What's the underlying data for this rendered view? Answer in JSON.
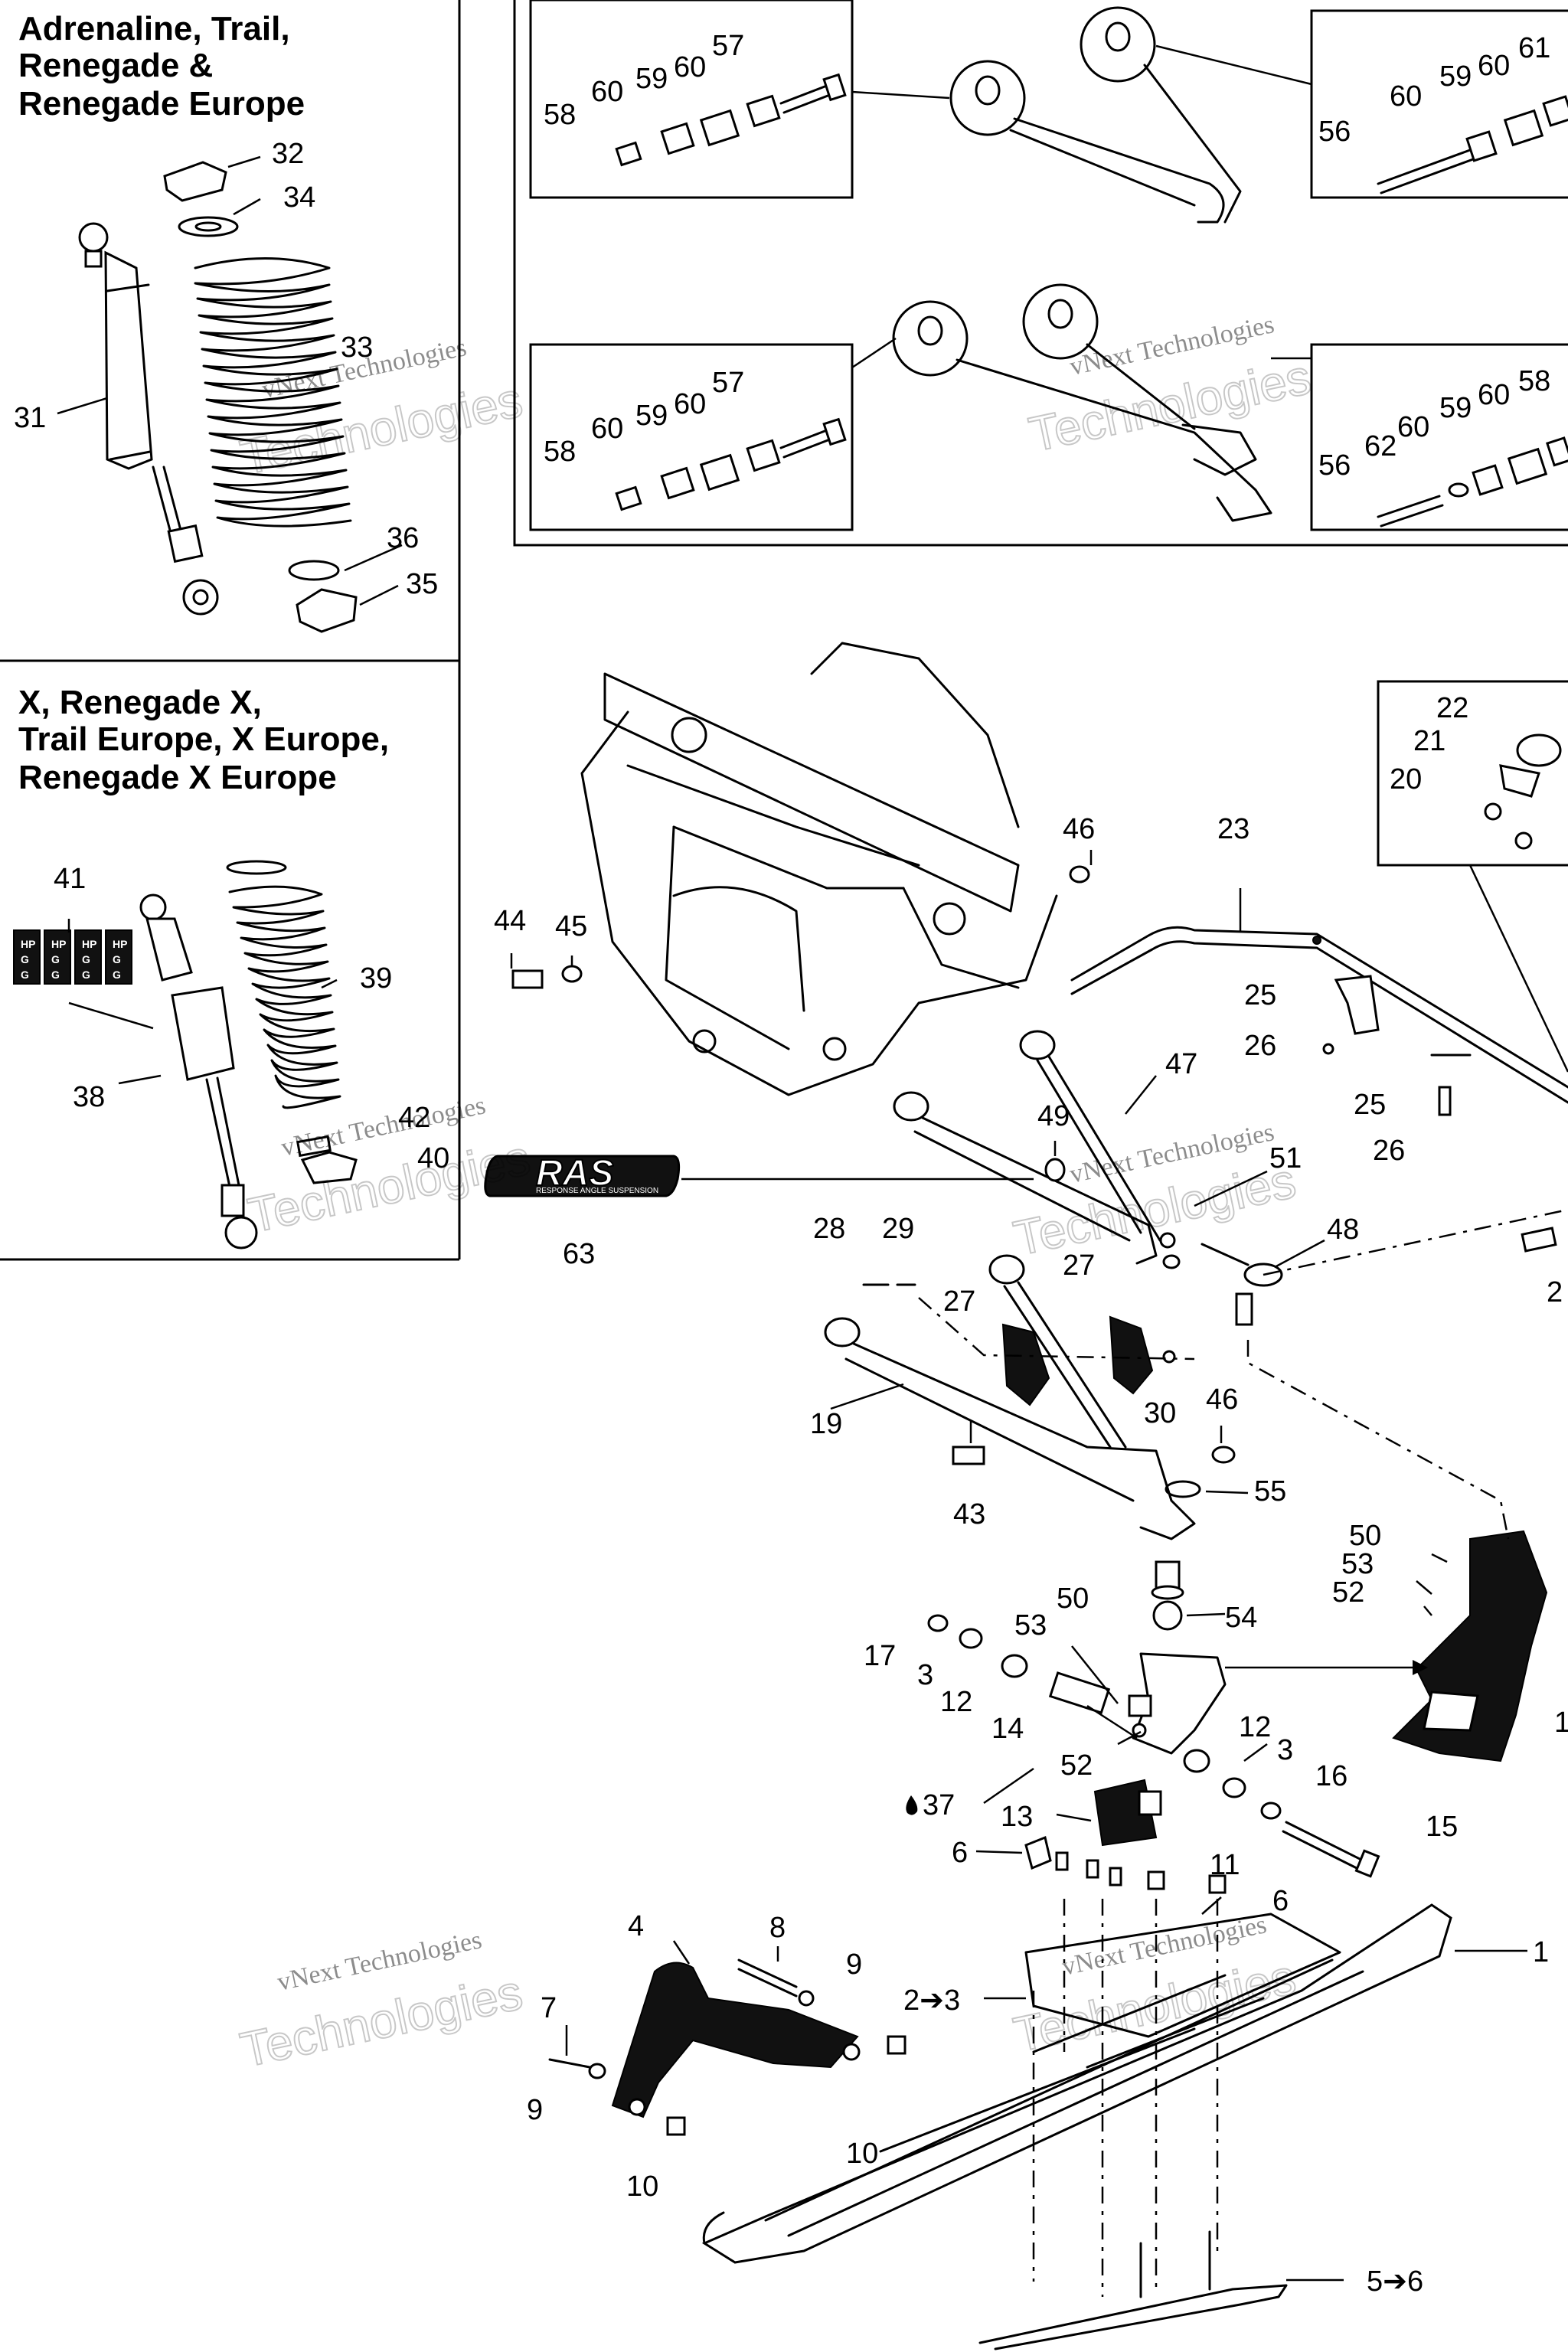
{
  "panels": {
    "shock_panel_1_title": [
      "Adrenaline, Trail,",
      "Renegade &",
      "Renegade Europe"
    ],
    "shock_panel_2_title": [
      "X, Renegade X,",
      "Trail Europe, X Europe,",
      "Renegade X Europe"
    ]
  },
  "watermark": {
    "line1": "vNext Technologies",
    "line2": "Technologies"
  },
  "logo": {
    "text": "RAS",
    "subtext": "RESPONSE ANGLE SUSPENSION"
  },
  "callouts": {
    "c32": "32",
    "c34": "34",
    "c33": "33",
    "c31": "31",
    "c36": "36",
    "c35": "35",
    "c41": "41",
    "c39": "39",
    "c38": "38",
    "c42": "42",
    "c40": "40",
    "c63": "63",
    "tl_57": "57",
    "tl_60a": "60",
    "tl_59": "59",
    "tl_60b": "60",
    "tl_58": "58",
    "tr_61": "61",
    "tr_60a": "60",
    "tr_59": "59",
    "tr_60b": "60",
    "tr_56": "56",
    "bl_57": "57",
    "bl_60a": "60",
    "bl_59": "59",
    "bl_60b": "60",
    "bl_58": "58",
    "br_58": "58",
    "br_60a": "60",
    "br_59": "59",
    "br_60b": "60",
    "br_62": "62",
    "br_56": "56",
    "c22": "22",
    "c21": "21",
    "c20": "20",
    "c46a": "46",
    "c44": "44",
    "c45": "45",
    "c23": "23",
    "c25a": "25",
    "c26a": "26",
    "c25b": "25",
    "c26b": "26",
    "c47": "47",
    "c49": "49",
    "c51": "51",
    "c48": "48",
    "c2x": "2",
    "c28": "28",
    "c29": "29",
    "c27a": "27",
    "c27b": "27",
    "c30": "30",
    "c19": "19",
    "c46b": "46",
    "c43": "43",
    "c55": "55",
    "c50a": "50",
    "c53a": "53",
    "c52a": "52",
    "c54": "54",
    "c1x": "1",
    "c17": "17",
    "c3a": "3",
    "c12a": "12",
    "c14": "14",
    "c50b": "50",
    "c53b": "53",
    "c52b": "52",
    "c12b": "12",
    "c3b": "3",
    "c16": "16",
    "c37": "37",
    "c13": "13",
    "c15": "15",
    "c6a": "6",
    "c11": "11",
    "c6b": "6",
    "c1": "1",
    "c4": "4",
    "c8": "8",
    "c9a": "9",
    "c7": "7",
    "c23ref": "2➔3",
    "c9b": "9",
    "c10a": "10",
    "c10b": "10",
    "c56ref": "5➔6"
  }
}
